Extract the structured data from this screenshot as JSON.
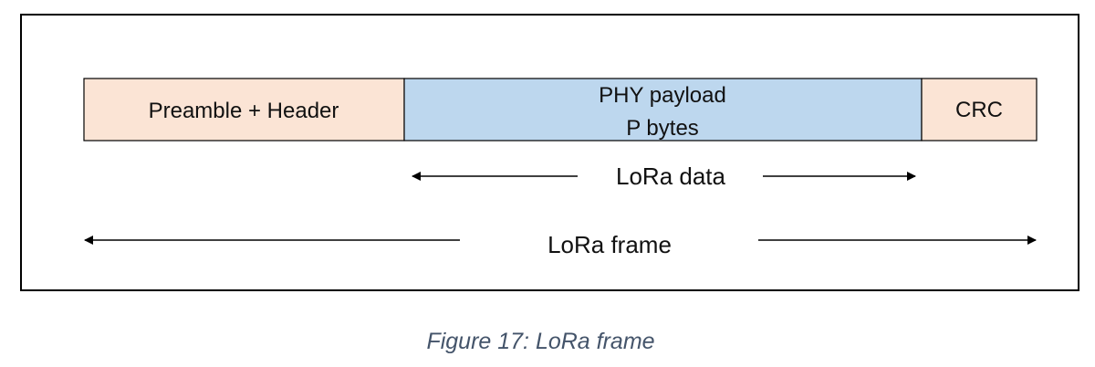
{
  "diagram": {
    "segments": {
      "preamble": {
        "label": "Preamble + Header",
        "fill": "#fbe4d5"
      },
      "payload": {
        "line1": "PHY payload",
        "line2": "P bytes",
        "fill": "#bdd7ee"
      },
      "crc": {
        "label": "CRC",
        "fill": "#fbe4d5"
      }
    },
    "arrows": {
      "data": {
        "label": "LoRa data"
      },
      "frame": {
        "label": "LoRa frame"
      }
    }
  },
  "caption": "Figure 17: LoRa frame",
  "colors": {
    "border": "#000000",
    "caption": "#44546a"
  }
}
